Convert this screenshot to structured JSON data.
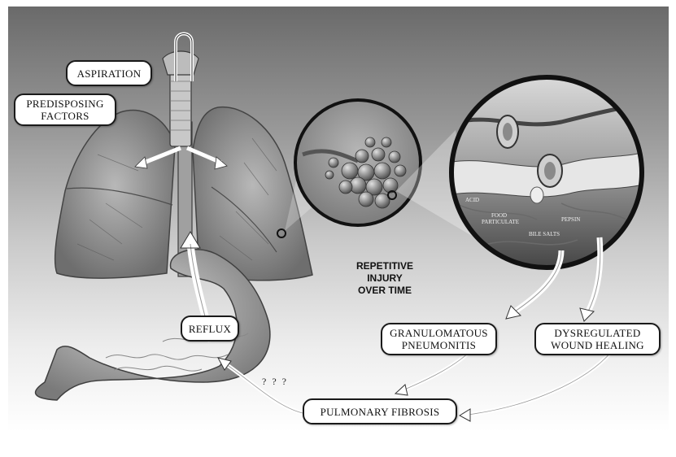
{
  "labels": {
    "aspiration": "ASPIRATION",
    "predisposing": "PREDISPOSING\nFACTORS",
    "repetitive": "REPETITIVE\nINJURY\nOVER TIME",
    "reflux": "REFLUX",
    "granulomatous": "GRANULOMATOUS\nPNEUMONITIS",
    "dysregulated": "DYSREGULATED\nWOUND HEALING",
    "fibrosis": "PULMONARY FIBROSIS",
    "question": "? ? ?"
  },
  "inset": {
    "acid": "ACID",
    "food": "FOOD",
    "particulate": "PARTICULATE",
    "pepsin": "PEPSIN",
    "bile": "BILE SALTS"
  }
}
